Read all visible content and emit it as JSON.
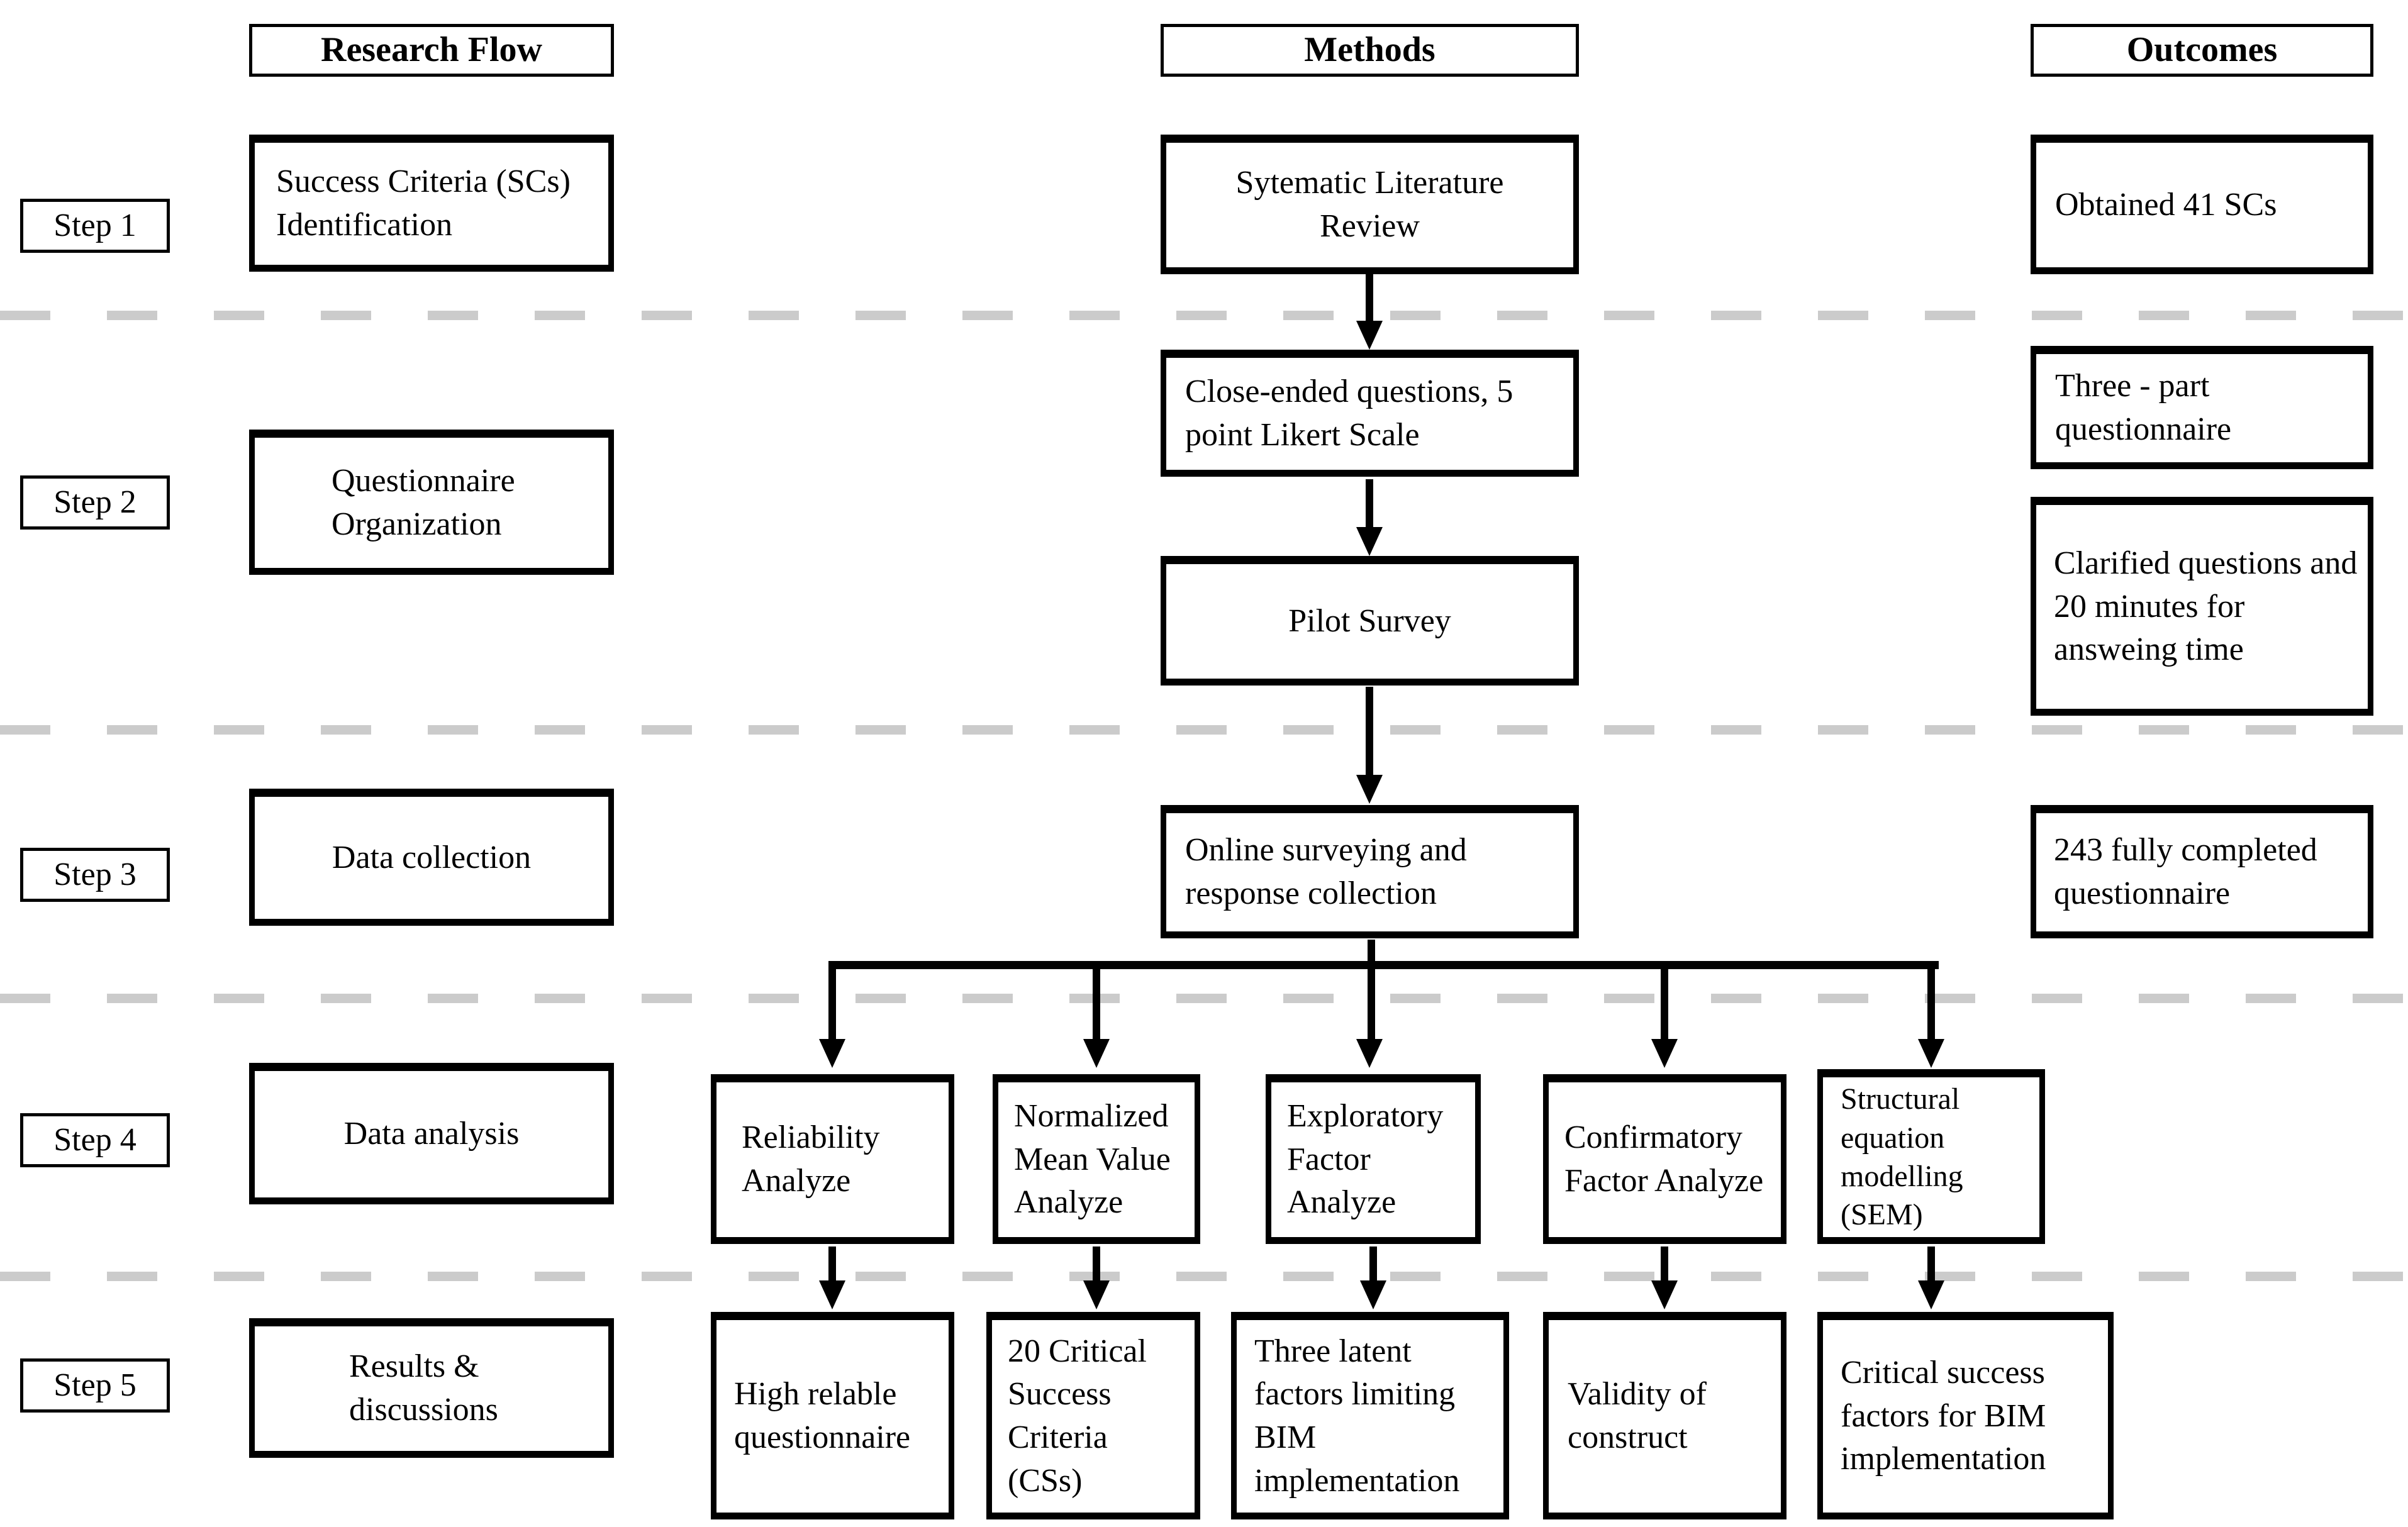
{
  "headers": {
    "research_flow": "Research Flow",
    "methods": "Methods",
    "outcomes": "Outcomes"
  },
  "step_labels": [
    "Step 1",
    "Step 2",
    "Step 3",
    "Step 4",
    "Step 5"
  ],
  "research_flow": [
    "Success Criteria (SCs) Identification",
    "Questionnaire Organization",
    "Data collection",
    "Data analysis",
    "Results & discussions"
  ],
  "methods": [
    "Sytematic Literature Review",
    "Close-ended questions, 5 point Likert Scale",
    "Pilot Survey",
    "Online surveying and response collection"
  ],
  "analysis": [
    "Reliability Analyze",
    "Normalized Mean Value Analyze",
    "Exploratory Factor Analyze",
    "Confirmatory Factor Analyze",
    "Structural equation modelling (SEM)"
  ],
  "results": [
    "High relable questionnaire",
    "20 Critical Success Criteria (CSs)",
    "Three latent factors limiting BIM implementation",
    "Validity of construct",
    "Critical success factors for BIM implementation"
  ],
  "outcomes": [
    "Obtained 41 SCs",
    "Three - part questionnaire",
    "Clarified questions and 20 minutes for answeing time",
    "243 fully completed questionnaire"
  ]
}
